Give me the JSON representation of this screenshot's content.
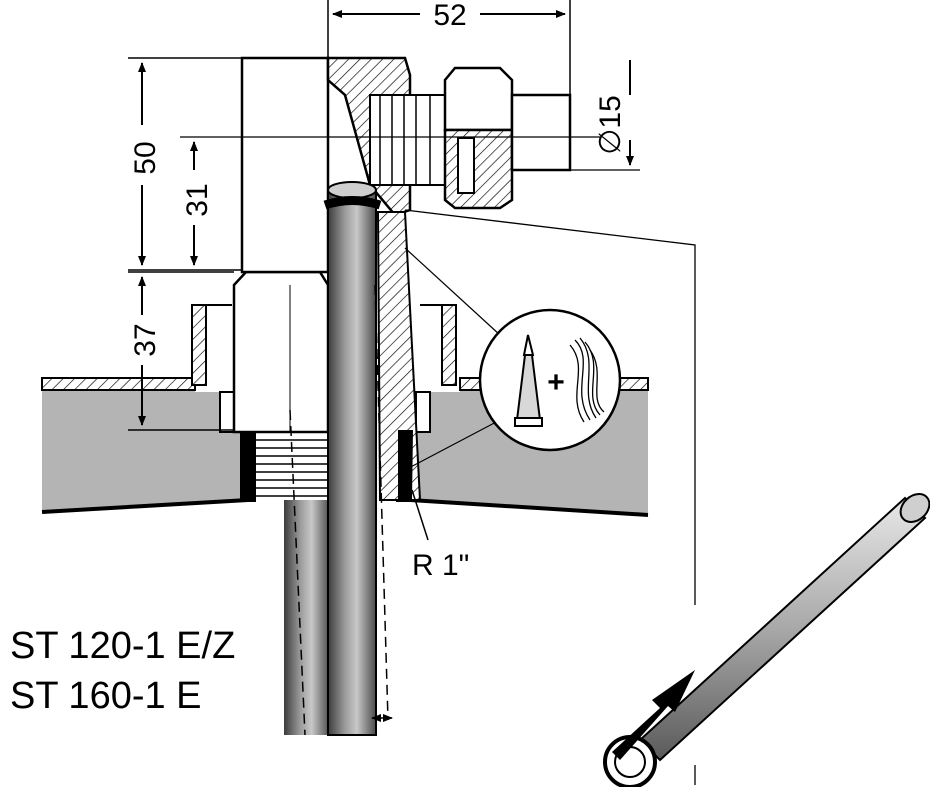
{
  "dimensions": {
    "width_52": "52",
    "height_50": "50",
    "height_31": "31",
    "height_37": "37",
    "diameter_15": "∅15"
  },
  "thread_label": "R 1\"",
  "models": [
    "ST 120-1 E/Z",
    "ST 160-1 E"
  ],
  "callout": {
    "plus": "+"
  },
  "colors": {
    "line": "#000000",
    "fill_grey": "#b4b4b4",
    "pipe_dark": "#5a5a5a",
    "pipe_light": "#d8d8d8"
  },
  "icons": [
    "sealant-tube-icon",
    "hemp-fiber-icon",
    "direction-arrow-icon"
  ]
}
